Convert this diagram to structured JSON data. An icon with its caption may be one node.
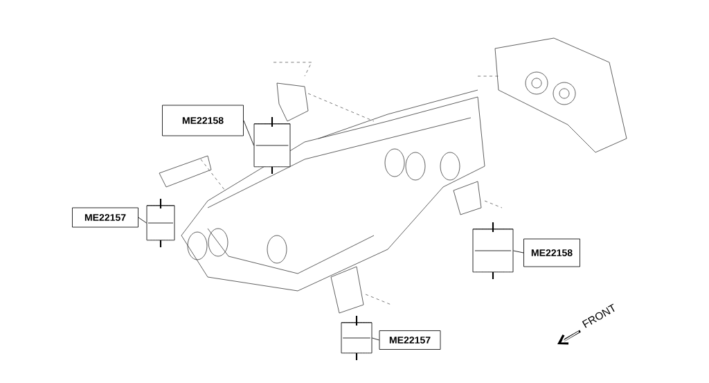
{
  "diagram": {
    "nodes": [
      {
        "text": [
          "ME22158"
        ]
      },
      {
        "text": [],
        "shape": "cylinder"
      },
      {
        "text": [
          "ME22157"
        ]
      },
      {
        "text": [],
        "shape": "cylinder"
      },
      {
        "text": [],
        "shape": "cylinder"
      },
      {
        "text": [
          "ME22158"
        ]
      },
      {
        "text": [],
        "shape": "cylinder"
      },
      {
        "text": [
          "ME22157"
        ]
      }
    ],
    "edges": [
      {
        "from": 0,
        "to": 1,
        "arrow": "none"
      },
      {
        "from": 2,
        "to": 3,
        "arrow": "none"
      },
      {
        "from": 5,
        "to": 4,
        "arrow": "none"
      },
      {
        "from": 7,
        "to": 6,
        "arrow": "none"
      }
    ],
    "labels": [
      "FRONT"
    ]
  }
}
